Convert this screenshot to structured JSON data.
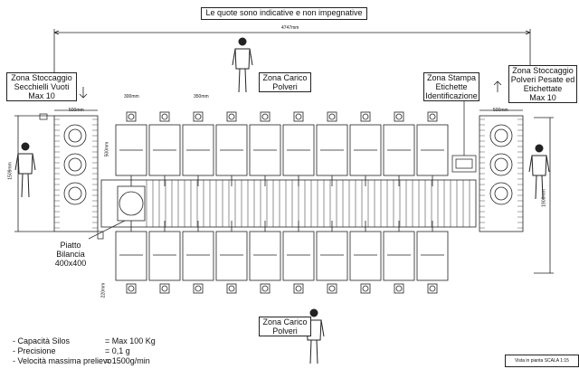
{
  "header_note": "Le quote sono indicative e non impegnative",
  "dimensions": {
    "total_length": "4747mm",
    "silo_pitch": "300mm",
    "silo_width": "350mm",
    "silo_depth": "500mm",
    "left_zone_width": "500mm",
    "right_zone_width": "500mm",
    "left_height": "1509mm",
    "right_height": "1900mm",
    "bottom_clearance": "220mm"
  },
  "zones": {
    "left_storage": [
      "Zona Stoccaggio",
      "Secchielli Vuoti",
      "Max 10"
    ],
    "top_loading": [
      "Zona Carico",
      "Polveri"
    ],
    "label_print": [
      "Zona Stampa",
      "Etichette",
      "Identificazione"
    ],
    "right_storage": [
      "Zona Stoccaggio",
      "Polveri Pesate ed",
      "Etichettate",
      "Max 10"
    ],
    "bottom_loading": [
      "Zona Carico",
      "Polveri"
    ],
    "scale_plate": [
      "Piatto",
      "Bilancia",
      "400x400"
    ]
  },
  "specs": [
    {
      "label": "- Capacità Silos",
      "value": "= Max 100 Kg"
    },
    {
      "label": "- Precisione",
      "value": "= 0,1 g"
    },
    {
      "label": "- Velocità massima prelievo",
      "value": "= 1500g/min"
    }
  ],
  "scale_note": "Vista in pianta SCALA 1:15"
}
